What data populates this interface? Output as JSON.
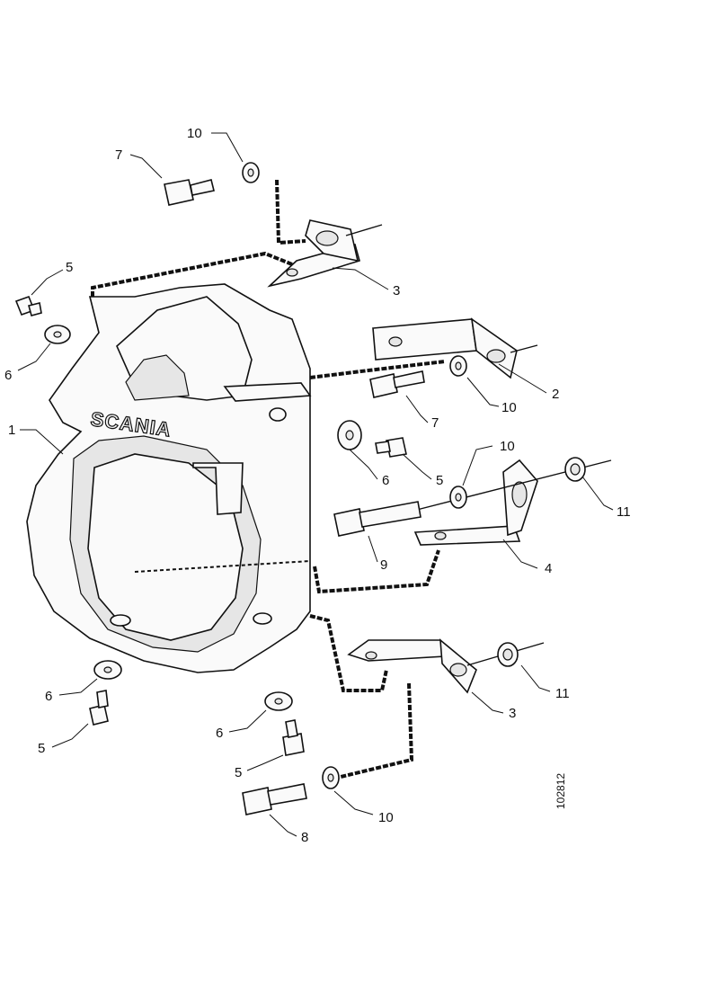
{
  "figure_number": "102812",
  "logo_text": "SCANIA",
  "part_labels": {
    "l1": "1",
    "l2": "2",
    "l3a": "3",
    "l3b": "3",
    "l4": "4",
    "l5a": "5",
    "l5b": "5",
    "l5c": "5",
    "l5d": "5",
    "l6a": "6",
    "l6b": "6",
    "l6c": "6",
    "l6d": "6",
    "l7a": "7",
    "l7b": "7",
    "l8": "8",
    "l9": "9",
    "l10a": "10",
    "l10b": "10",
    "l10c": "10",
    "l10d": "10",
    "l11a": "11",
    "l11b": "11"
  }
}
